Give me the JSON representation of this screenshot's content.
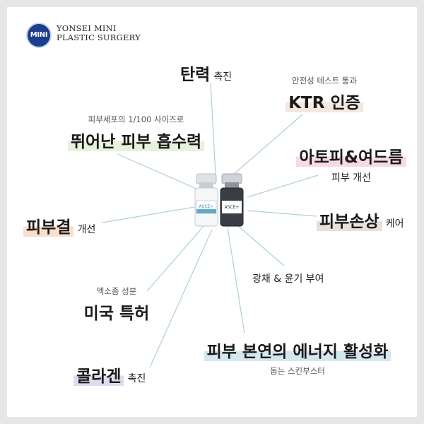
{
  "logo": {
    "badge_text": "MINI",
    "name_line1": "YONSEI MINI",
    "name_line2": "PLASTIC SURGERY"
  },
  "product": {
    "vial_label": "ASCE+"
  },
  "features": {
    "elasticity": {
      "highlight": "탄력",
      "suffix": "촉진"
    },
    "ktr": {
      "subtitle": "안전성 테스트 통과",
      "highlight": "KTR 인증"
    },
    "absorption": {
      "subtitle": "피부세포의 1/100 사이즈로",
      "highlight": "뛰어난 피부 흡수력"
    },
    "atopy": {
      "highlight": "아토피&여드름",
      "caption": "피부 개선"
    },
    "texture": {
      "highlight": "피부결",
      "suffix": "개선"
    },
    "damage": {
      "highlight": "피부손상",
      "suffix": "케어"
    },
    "gloss": {
      "text": "광채 & 윤기 부여"
    },
    "patent": {
      "subtitle": "엑소좀 성분",
      "highlight": "미국 특허"
    },
    "energy": {
      "highlight": "피부 본연의 에너지 활성화",
      "caption": "돕는 스킨부스터"
    },
    "collagen": {
      "highlight": "콜라겐",
      "suffix": "촉진"
    }
  },
  "colors": {
    "logo_blue": "#1c3f8c",
    "ray_line": "#aecfd8",
    "highlight_green": "#e7f1dc",
    "highlight_beige": "#f5e8de",
    "highlight_pink": "#f7dbe0",
    "highlight_taupe": "#e9e0da",
    "highlight_peach": "#f9dfcd",
    "highlight_blue": "#d5e7ee",
    "highlight_lavender": "#e1d9ed"
  }
}
